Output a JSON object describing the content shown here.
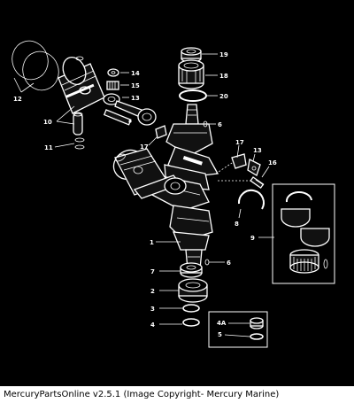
{
  "diagram": {
    "callouts": {
      "c1": "1",
      "c2": "2",
      "c3": "3",
      "c4": "4",
      "c4a": "4A",
      "c5": "5",
      "c6a": "6",
      "c6b": "6",
      "c7": "7",
      "c8": "8",
      "c9": "9",
      "c10": "10",
      "c11": "11",
      "c12": "12",
      "c13a": "13",
      "c13b": "13",
      "c14": "14",
      "c15": "15",
      "c16": "16",
      "c17a": "17",
      "c17b": "17",
      "c18": "18",
      "c19": "19",
      "c20": "20"
    }
  },
  "footer": {
    "caption": "MercuryPartsOnline v2.5.1 (Image Copyright- Mercury Marine)"
  }
}
